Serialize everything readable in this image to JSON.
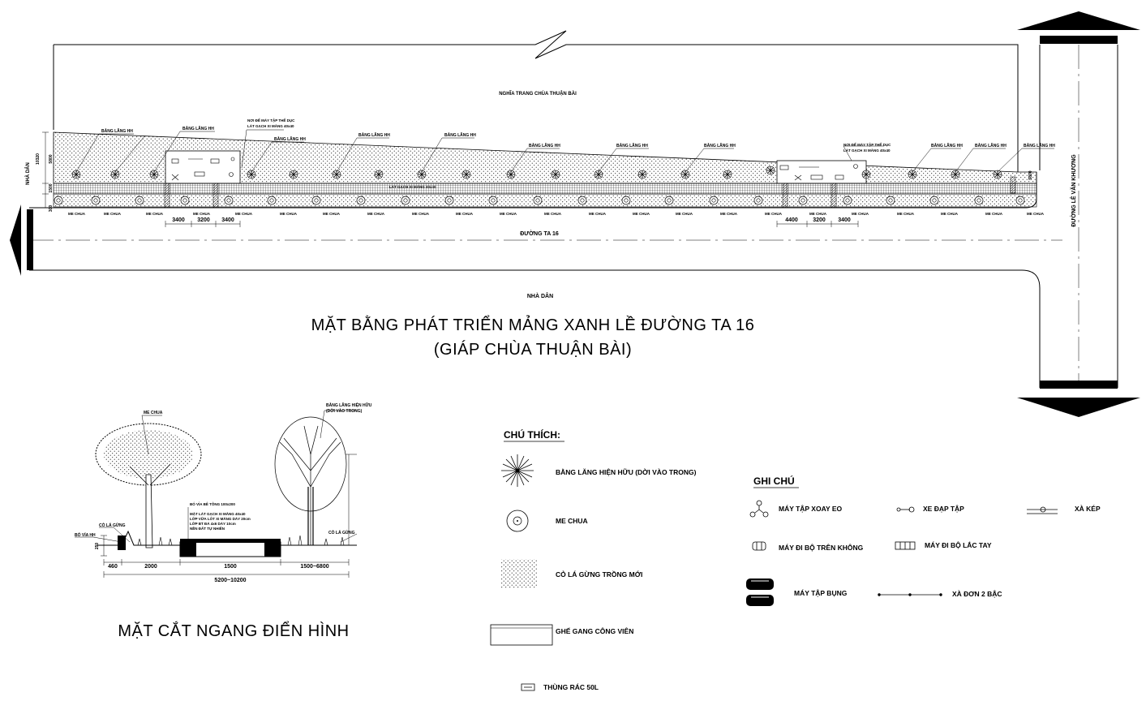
{
  "plan": {
    "cemetery_label": "NGHĨA TRANG CHÙA THUẬN BÀI",
    "bang_lang_label": "BẰNG LĂNG HH",
    "equipment_note_line1": "NƠI ĐỂ MÁY TẬP THỂ DỤC",
    "equipment_note_line2": "LÁT GẠCH XI MĂNG 40x40",
    "me_chua_label": "ME CHUA",
    "road_ta16": "ĐƯỜNG TA 16",
    "road_le_van_khuong": "ĐƯỜNG LÊ VĂN KHƯƠNG",
    "nha_dan_left": "NHÀ DÂN",
    "nha_dan_bottom": "NHÀ DÂN",
    "sidewalk_note": "LÁT GẠCH XI MĂNG 40x40",
    "left_dims": [
      "10320",
      "5800",
      "1500",
      "300"
    ],
    "dims_left_group": [
      "3400",
      "3200",
      "3400"
    ],
    "dims_right_group": [
      "4400",
      "3200",
      "3400"
    ],
    "right_dim": "5800",
    "title_line1": "MẶT BẰNG PHÁT TRIỂN MẢNG XANH LỀ ĐƯỜNG TA 16",
    "title_line2": "(GIÁP CHÙA THUẬN  BÀI)"
  },
  "section": {
    "me_chua_label": "ME CHUA",
    "bang_lang_label1": "BẰNG LĂNG HIỆN HỮU",
    "bang_lang_label2": "(DỜI VÀO TRONG)",
    "co_la_gung_left": "CỎ LÁ GỪNG",
    "bo_via_label": "BÓ VỈA HH",
    "co_la_gung_right": "CỎ LÁ GỪNG",
    "paving_lines": [
      "BÓ VỈA BÊ TÔNG 100x200",
      "MẶT LÁT GẠCH XI MĂNG 40x40",
      "LỚP VỮA LÓT XI MĂNG DÀY 20cm",
      "LỚP BT ĐÁ 4x6 DÀY 10cm",
      "NỀN ĐẤT TỰ NHIÊN"
    ],
    "height_dim": "250",
    "dims": [
      "460",
      "2000",
      "1500",
      "1500~6800"
    ],
    "total_dim": "5200~10200",
    "title": "MẶT CẮT NGANG ĐIỂN HÌNH"
  },
  "legend": {
    "title": "CHÚ THÍCH:",
    "items": [
      "BẰNG LĂNG HIỆN HỮU (DỜI VÀO TRONG)",
      "ME CHUA",
      "CỎ LÁ GỪNG TRỒNG MỚI",
      "GHẾ GANG CÔNG VIÊN",
      "THÙNG RÁC 50L"
    ]
  },
  "notes": {
    "title": "GHI CHÚ",
    "items": [
      "MÁY TẬP XOAY EO",
      "XE ĐẠP TẬP",
      "XÀ KÉP",
      "MÁY ĐI BỘ TRÊN KHÔNG",
      "MÁY ĐI BỘ LẮC TAY",
      "MÁY TẬP BỤNG",
      "XÀ ĐƠN 2 BẬC"
    ]
  }
}
